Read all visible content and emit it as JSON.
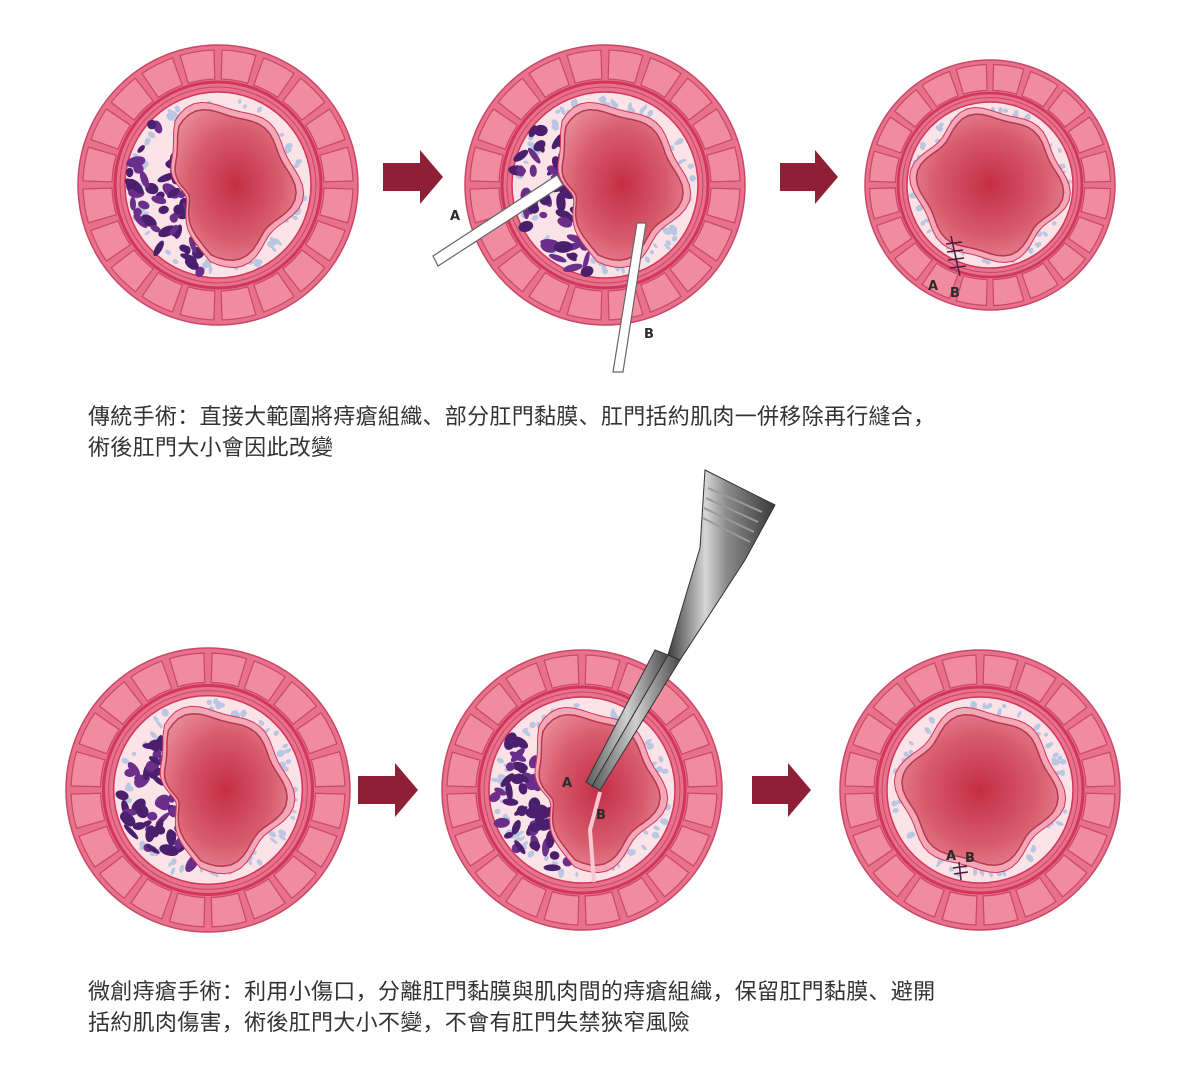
{
  "traditional": {
    "caption_line1": "傳統手術：直接大範圍將痔瘡組織、部分肛門黏膜、肛門括約肌肉一併移除再行縫合，",
    "caption_line2": "術後肛門大小會因此改變",
    "label_a": "A",
    "label_b": "B"
  },
  "minimally_invasive": {
    "caption_line1": "微創痔瘡手術：利用小傷口，分離肛門黏膜與肌肉間的痔瘡組織，保留肛門黏膜、避開",
    "caption_line2": "括約肌肉傷害，術後肛門大小不變，不會有肛門失禁狹窄風險",
    "label_a": "A",
    "label_b": "B"
  },
  "colors": {
    "outer_muscle": "#e8718c",
    "muscle_block": "#f08ba0",
    "muscle_line": "#c94767",
    "ring_dark": "#d1365b",
    "submucosa": "#fbe3e7",
    "vessel": "#b9c7e3",
    "mucosa": "#f4a7b6",
    "lumen_edge": "#b5384e",
    "lumen_center": "#c83349",
    "hemorrhoid_dark": "#4a1f6e",
    "hemorrhoid_light": "#6a2f8a",
    "arrow": "#8e1f36",
    "tool_dark": "#4d4d4d",
    "tool_light": "#c9c9c9"
  }
}
